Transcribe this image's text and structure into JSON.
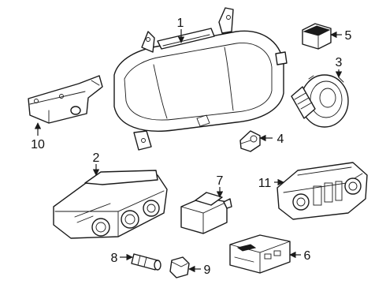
{
  "callouts": [
    {
      "id": "1",
      "label": "1"
    },
    {
      "id": "2",
      "label": "2"
    },
    {
      "id": "3",
      "label": "3"
    },
    {
      "id": "4",
      "label": "4"
    },
    {
      "id": "5",
      "label": "5"
    },
    {
      "id": "6",
      "label": "6"
    },
    {
      "id": "7",
      "label": "7"
    },
    {
      "id": "8",
      "label": "8"
    },
    {
      "id": "9",
      "label": "9"
    },
    {
      "id": "10",
      "label": "10"
    },
    {
      "id": "11",
      "label": "11"
    }
  ],
  "colors": {
    "line": "#1a1a1a",
    "background": "#ffffff"
  }
}
